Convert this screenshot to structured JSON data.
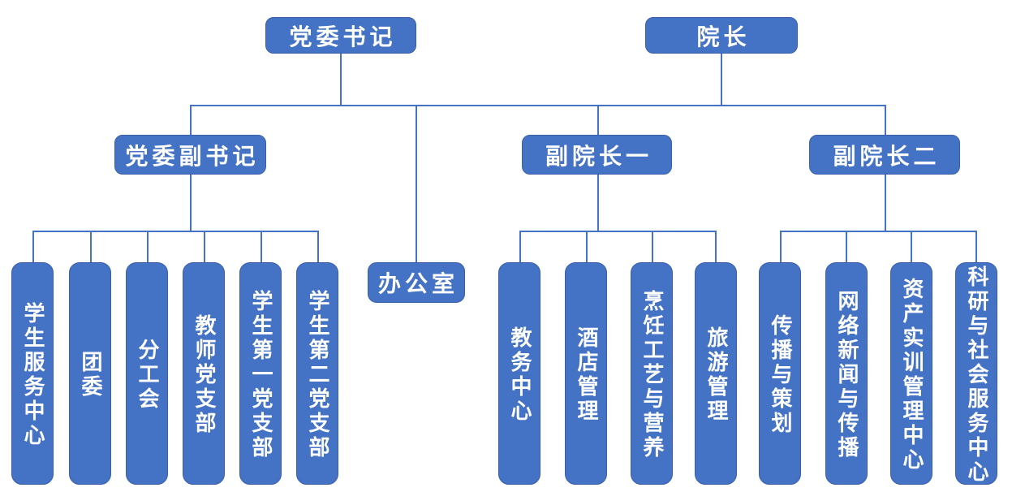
{
  "diagram_type": "organizational-chart",
  "colors": {
    "box_fill": "#4472C4",
    "box_border": "#3A5FA8",
    "connector_line": "#4472C4",
    "text": "#FFFFFF",
    "background": "#FFFFFF"
  },
  "org": {
    "top": [
      {
        "id": "party-committee-secretary",
        "label": "党委书记"
      },
      {
        "id": "dean",
        "label": "院长"
      }
    ],
    "middle": [
      {
        "id": "deputy-party-secretary",
        "label": "党委副书记"
      },
      {
        "id": "vice-dean-1",
        "label": "副院长一"
      },
      {
        "id": "vice-dean-2",
        "label": "副院长二"
      }
    ],
    "office": {
      "id": "office",
      "label": "办公室"
    },
    "groups": [
      {
        "parent": "党委副书记",
        "children": [
          {
            "id": "student-service-center",
            "label": "学生服务中心"
          },
          {
            "id": "youth-league-committee",
            "label": "团委"
          },
          {
            "id": "branch-trade-union",
            "label": "分工会"
          },
          {
            "id": "teacher-party-branch",
            "label": "教师党支部"
          },
          {
            "id": "student-first-party-branch",
            "label": "学生第一党支部"
          },
          {
            "id": "student-second-party-branch",
            "label": "学生第二党支部"
          }
        ]
      },
      {
        "parent": "副院长一",
        "children": [
          {
            "id": "academic-affairs-center",
            "label": "教务中心"
          },
          {
            "id": "hotel-management",
            "label": "酒店管理"
          },
          {
            "id": "culinary-arts-and-nutrition",
            "label": "烹饪工艺与营养"
          },
          {
            "id": "tourism-management",
            "label": "旅游管理"
          }
        ]
      },
      {
        "parent": "副院长二",
        "children": [
          {
            "id": "communication-and-planning",
            "label": "传播与策划"
          },
          {
            "id": "network-news-and-communication",
            "label": "网络新闻与传播"
          },
          {
            "id": "asset-training-management-center",
            "label": "资产实训管理中心"
          },
          {
            "id": "research-and-social-service-center",
            "label": "科研与社会服务中心"
          }
        ]
      }
    ]
  }
}
